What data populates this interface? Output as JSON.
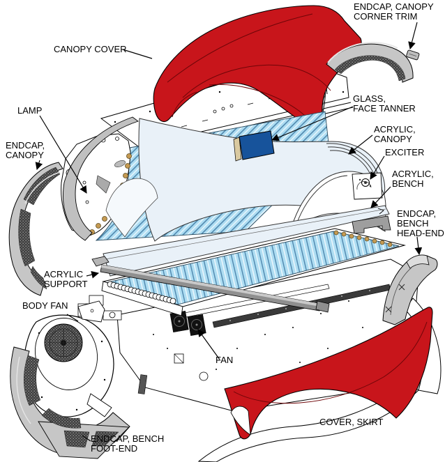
{
  "figure": {
    "kind": "exploded parts diagram",
    "subject_hint": "sun tanning bed assembly"
  },
  "colors": {
    "canopy_red": "#C8151B",
    "red_line": "#6E0508",
    "lamp_blue": "#AEDDF2",
    "lamp_line": "#4E87AE",
    "acrylic_pale": "#E9F1F8",
    "glass_navy": "#17539B",
    "part_gray": "#C6C6C6",
    "gray_mid": "#9E9E9E",
    "mesh_dark": "#3F3F3F",
    "socket_tan": "#C59A52",
    "outline": "#000000",
    "background": "#FFFFFF"
  },
  "labels": {
    "canopy_cover": {
      "text": "CANOPY COVER"
    },
    "corner_trim": {
      "text": "ENDCAP, CANOPY\nCORNER TRIM"
    },
    "glass_face_tanner": {
      "text": "GLASS,\nFACE TANNER"
    },
    "lamp": {
      "text": "LAMP"
    },
    "acrylic_canopy": {
      "text": "ACRYLIC,\nCANOPY"
    },
    "endcap_canopy": {
      "text": "ENDCAP,\nCANOPY"
    },
    "exciter": {
      "text": "EXCITER"
    },
    "acrylic_bench": {
      "text": "ACRYLIC,\nBENCH"
    },
    "endcap_bench_head": {
      "text": "ENDCAP,\nBENCH\nHEAD-END"
    },
    "acrylic_support": {
      "text": "ACRYLIC\nSUPPORT"
    },
    "body_fan": {
      "text": "BODY FAN"
    },
    "fan": {
      "text": "FAN"
    },
    "cover_skirt": {
      "text": "COVER, SKIRT"
    },
    "endcap_bench_foot": {
      "text": "ENDCAP, BENCH\nFOOT-END"
    }
  }
}
